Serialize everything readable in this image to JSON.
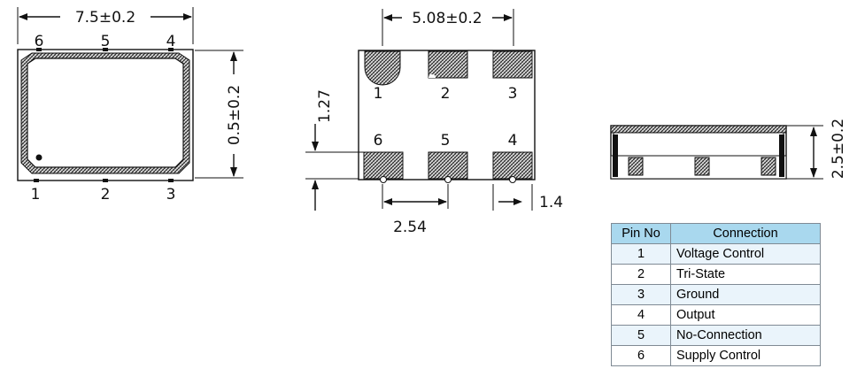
{
  "top_view": {
    "width_dim": "7.5±0.2",
    "height_dim": "0.5±0.2",
    "pin_labels_top": [
      "6",
      "5",
      "4"
    ],
    "pin_labels_bottom": [
      "1",
      "2",
      "3"
    ]
  },
  "pad_view": {
    "pitch_dim": "5.08±0.2",
    "row_gap_dim": "1.27",
    "col_pitch_dim": "2.54",
    "pad_width_dim": "1.4",
    "pin_labels_top": [
      "1",
      "2",
      "3"
    ],
    "pin_labels_bottom": [
      "6",
      "5",
      "4"
    ]
  },
  "side_view": {
    "height_dim": "2.5±0.2"
  },
  "pin_table": {
    "headers": [
      "Pin No",
      "Connection"
    ],
    "rows": [
      {
        "pin": "1",
        "connection": "Voltage Control"
      },
      {
        "pin": "2",
        "connection": "Tri-State"
      },
      {
        "pin": "3",
        "connection": "Ground"
      },
      {
        "pin": "4",
        "connection": "Output"
      },
      {
        "pin": "5",
        "connection": "No-Connection"
      },
      {
        "pin": "6",
        "connection": "Supply Control"
      }
    ]
  },
  "colors": {
    "line": "#111111",
    "table_header": "#a9d8ee",
    "table_row_alt": "#eaf4fb",
    "table_border": "#7f8a94"
  }
}
